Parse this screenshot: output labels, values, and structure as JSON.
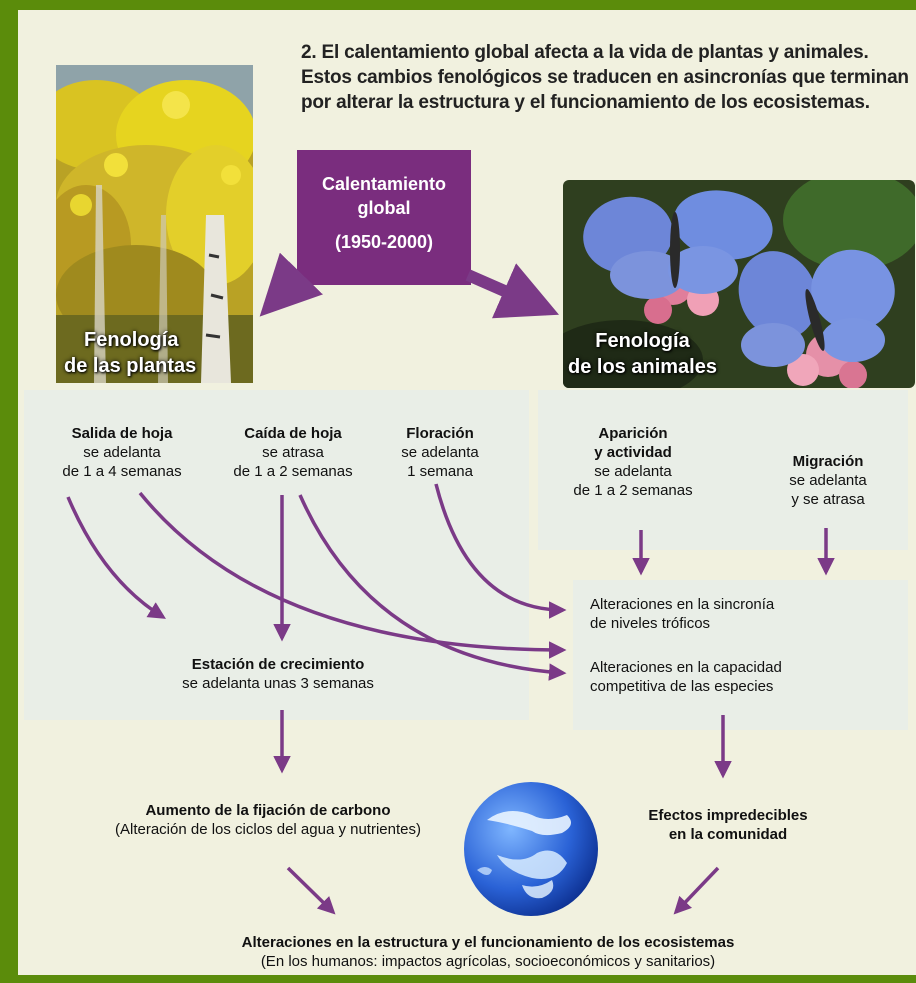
{
  "intro": {
    "line1": "2. El calentamiento global afecta a la vida de plantas y animales.",
    "line2": "Estos cambios fenológicos se traducen en asincronías que terminan",
    "line3": "por alterar la estructura y el funcionamiento de los ecosistemas."
  },
  "central": {
    "line1": "Calentamiento",
    "line2": "global",
    "line3": "(1950-2000)"
  },
  "plants": {
    "label_line1": "Fenología",
    "label_line2": "de las plantas"
  },
  "animals": {
    "label_line1": "Fenología",
    "label_line2": "de los animales"
  },
  "effects": {
    "salida": {
      "title": "Salida de hoja",
      "line1": "se adelanta",
      "line2": "de 1 a 4 semanas"
    },
    "caida": {
      "title": "Caída de hoja",
      "line1": "se atrasa",
      "line2": "de 1 a 2 semanas"
    },
    "floracion": {
      "title": "Floración",
      "line1": "se adelanta",
      "line2": "1 semana"
    },
    "aparicion": {
      "title1": "Aparición",
      "title2": "y actividad",
      "line1": "se adelanta",
      "line2": "de 1 a 2 semanas"
    },
    "migracion": {
      "title": "Migración",
      "line1": "se adelanta",
      "line2": "y se atrasa"
    }
  },
  "sincronia": {
    "line1": "Alteraciones en la sincronía",
    "line2": "de niveles tróficos"
  },
  "capacidad": {
    "line1": "Alteraciones en la capacidad",
    "line2": "competitiva de las especies"
  },
  "crecimiento": {
    "title": "Estación de crecimiento",
    "line1": "se adelanta unas 3 semanas"
  },
  "carbono": {
    "title": "Aumento de la fijación de carbono",
    "line1": "(Alteración de los ciclos del agua y nutrientes)"
  },
  "comunidad": {
    "line1": "Efectos impredecibles",
    "line2": "en la comunidad"
  },
  "final": {
    "title": "Alteraciones en la estructura y el funcionamiento de los ecosistemas",
    "line1": "(En los humanos: impactos agrícolas, socioeconómicos y sanitarios)"
  },
  "colors": {
    "arrow": "#7b3a87",
    "central_box": "#7a2d7e",
    "frame": "#5b8c0b",
    "paper": "#f1f1df"
  },
  "icons": {
    "globe": "earth-globe-icon",
    "plants_photo": "aspen-trees-photo",
    "animals_photo": "blue-butterflies-photo"
  }
}
